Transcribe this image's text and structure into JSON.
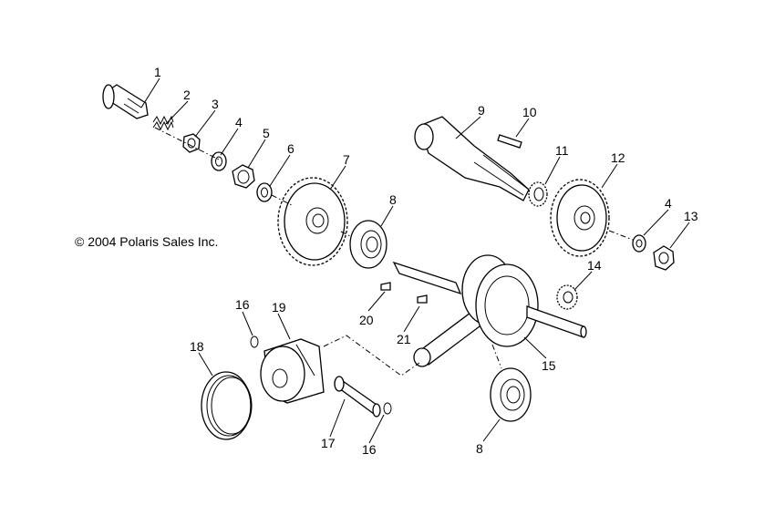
{
  "copyright": "© 2004 Polaris Sales Inc.",
  "callouts": {
    "c1": "1",
    "c2": "2",
    "c3": "3",
    "c4a": "4",
    "c5": "5",
    "c6": "6",
    "c7": "7",
    "c8a": "8",
    "c9": "9",
    "c10": "10",
    "c11": "11",
    "c12": "12",
    "c4b": "4",
    "c13": "13",
    "c14": "14",
    "c15": "15",
    "c20": "20",
    "c21": "21",
    "c16a": "16",
    "c19": "19",
    "c18": "18",
    "c17": "17",
    "c16b": "16",
    "c8b": "8"
  }
}
